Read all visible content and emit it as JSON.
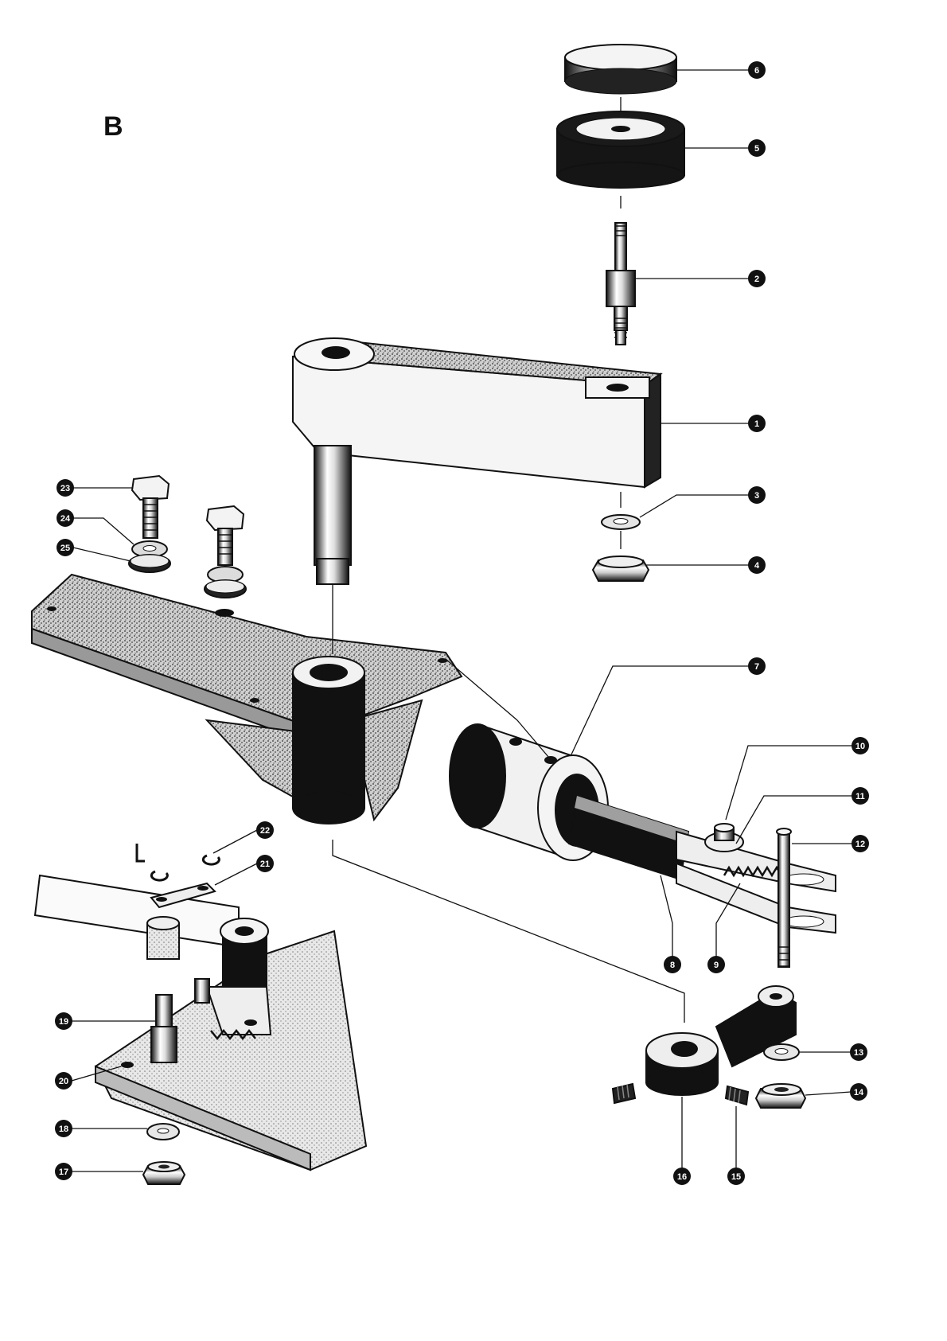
{
  "section_label": "B",
  "colors": {
    "ink": "#111111",
    "paper": "#ffffff",
    "stipple": "#8a8a8a",
    "shade": "#1a1a1a"
  },
  "callouts": [
    {
      "id": "1",
      "label": "1"
    },
    {
      "id": "2",
      "label": "2"
    },
    {
      "id": "3",
      "label": "3"
    },
    {
      "id": "4",
      "label": "4"
    },
    {
      "id": "5",
      "label": "5"
    },
    {
      "id": "6",
      "label": "6"
    },
    {
      "id": "7",
      "label": "7"
    },
    {
      "id": "8",
      "label": "8"
    },
    {
      "id": "9",
      "label": "9"
    },
    {
      "id": "10",
      "label": "10"
    },
    {
      "id": "11",
      "label": "11"
    },
    {
      "id": "12",
      "label": "12"
    },
    {
      "id": "13",
      "label": "13"
    },
    {
      "id": "14",
      "label": "14"
    },
    {
      "id": "15",
      "label": "15"
    },
    {
      "id": "16",
      "label": "16"
    },
    {
      "id": "17",
      "label": "17"
    },
    {
      "id": "18",
      "label": "18"
    },
    {
      "id": "19",
      "label": "19"
    },
    {
      "id": "20",
      "label": "20"
    },
    {
      "id": "21",
      "label": "21"
    },
    {
      "id": "22",
      "label": "22"
    },
    {
      "id": "23",
      "label": "23"
    },
    {
      "id": "24",
      "label": "24"
    },
    {
      "id": "25",
      "label": "25"
    }
  ]
}
